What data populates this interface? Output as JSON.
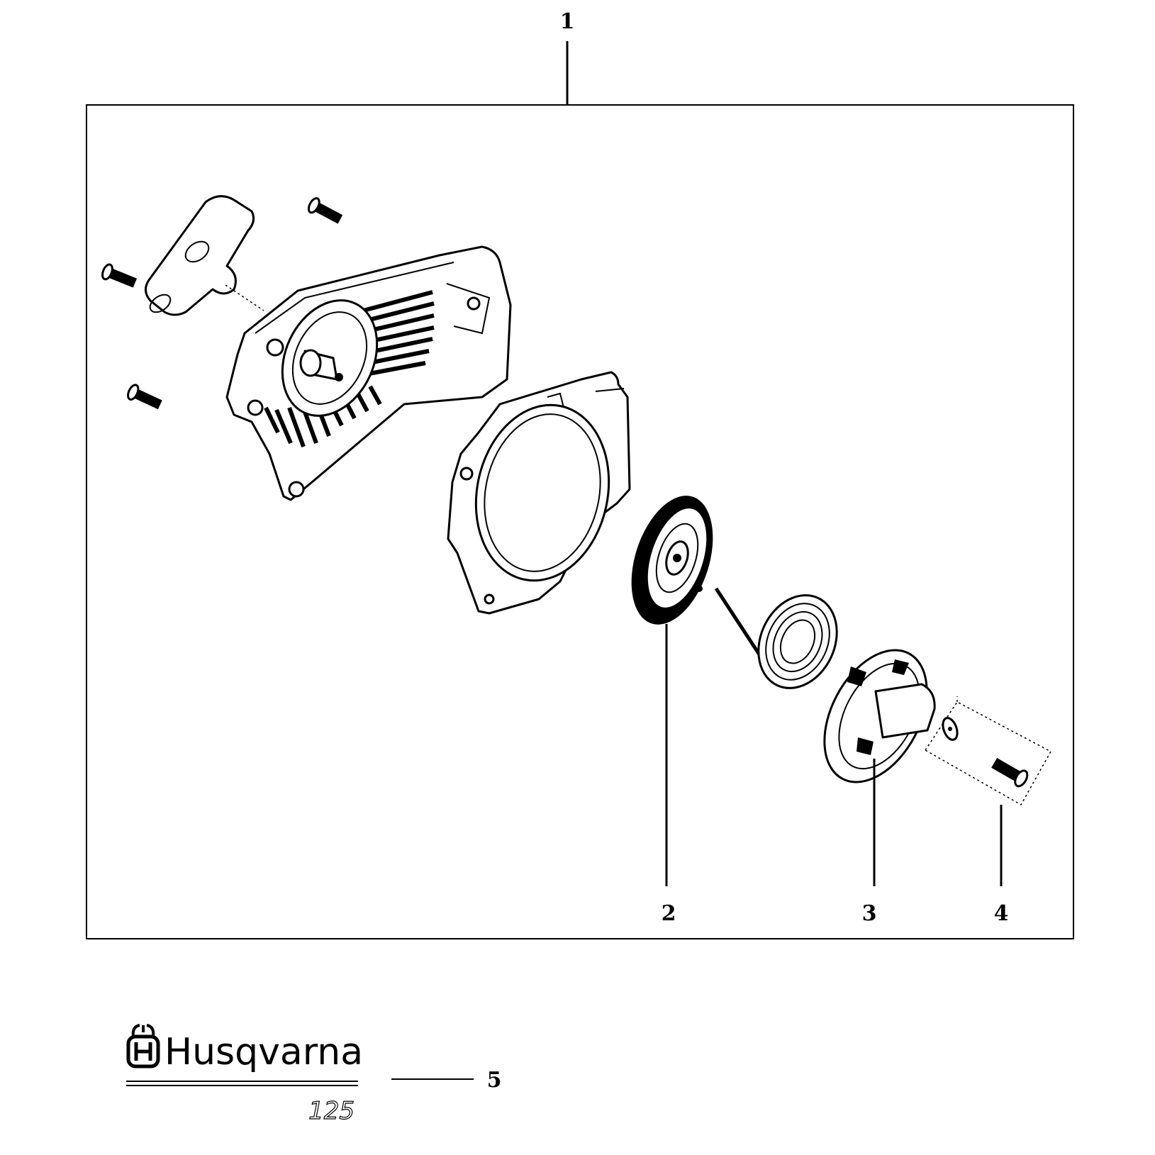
{
  "callouts": [
    {
      "id": "1",
      "label": "1"
    },
    {
      "id": "2",
      "label": "2"
    },
    {
      "id": "3",
      "label": "3"
    },
    {
      "id": "4",
      "label": "4"
    },
    {
      "id": "5",
      "label": "5"
    }
  ],
  "logo": {
    "brand": "Husqvarna",
    "model": "125"
  },
  "colors": {
    "ink": "#000000",
    "paper": "#ffffff"
  }
}
